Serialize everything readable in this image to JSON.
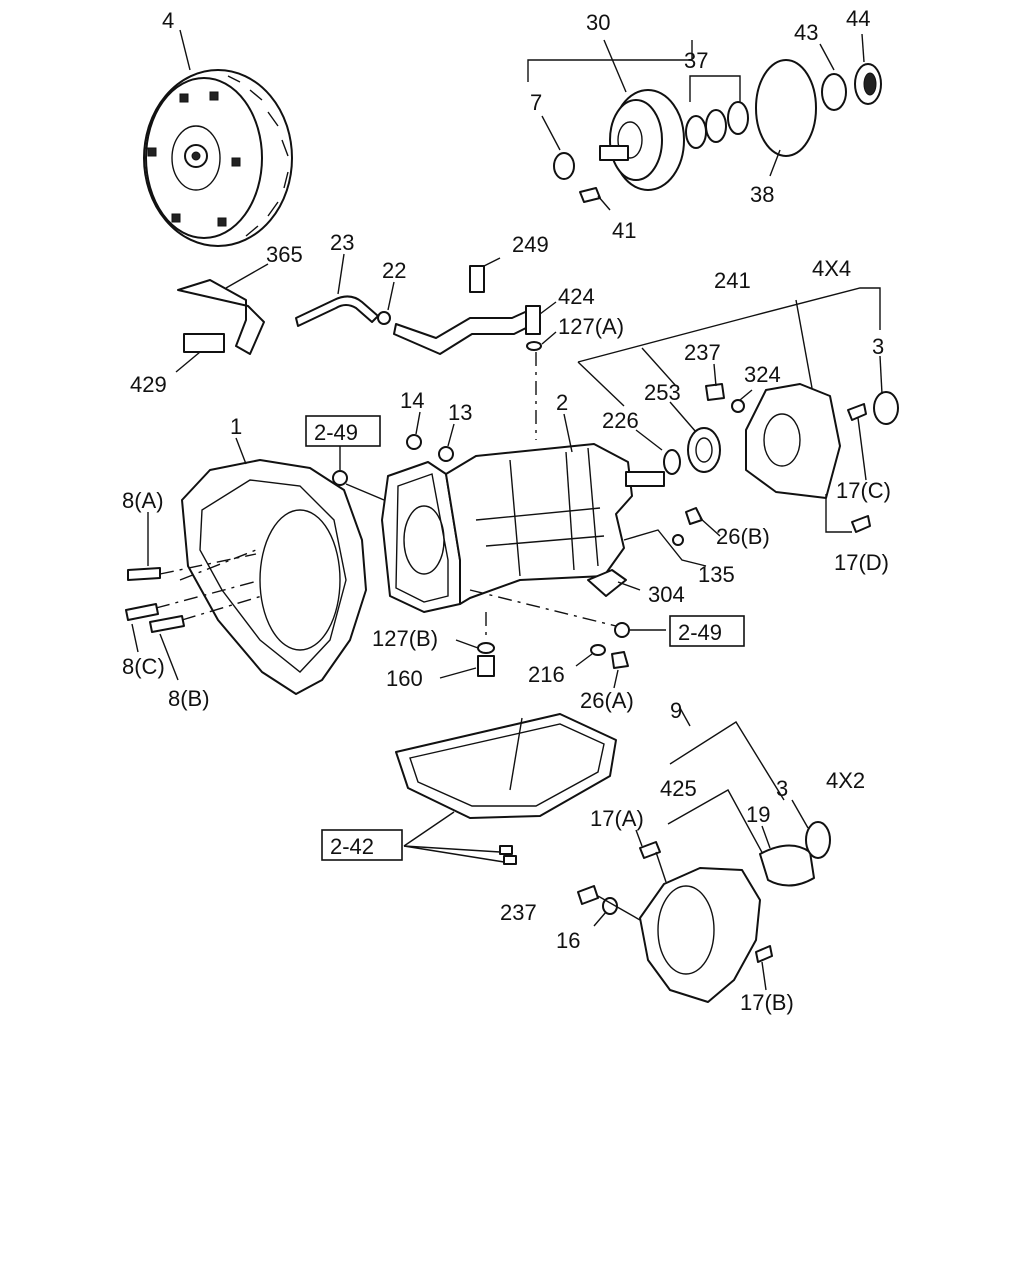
{
  "labels": {
    "p4": "4",
    "p30": "30",
    "p37": "37",
    "p43": "43",
    "p44": "44",
    "p7": "7",
    "p38": "38",
    "p41": "41",
    "p365": "365",
    "p23": "23",
    "p22": "22",
    "p249": "249",
    "p424": "424",
    "p127a": "127(A)",
    "p429": "429",
    "p241": "241",
    "p4x4": "4X4",
    "p237a": "237",
    "p3a": "3",
    "p324": "324",
    "p253": "253",
    "p226": "226",
    "p14": "14",
    "p13": "13",
    "p2": "2",
    "p1": "1",
    "ref249a": "2-49",
    "p17c": "17(C)",
    "p26b": "26(B)",
    "p17d": "17(D)",
    "p135": "135",
    "p8a": "8(A)",
    "p304": "304",
    "ref249b": "2-49",
    "p127b": "127(B)",
    "p160": "160",
    "p216": "216",
    "p26a": "26(A)",
    "p8c": "8(C)",
    "p8b": "8(B)",
    "p9": "9",
    "p425": "425",
    "p3b": "3",
    "p4x2": "4X2",
    "p19": "19",
    "p17a": "17(A)",
    "ref242": "2-42",
    "p237b": "237",
    "p16": "16",
    "p17b": "17(B)"
  }
}
